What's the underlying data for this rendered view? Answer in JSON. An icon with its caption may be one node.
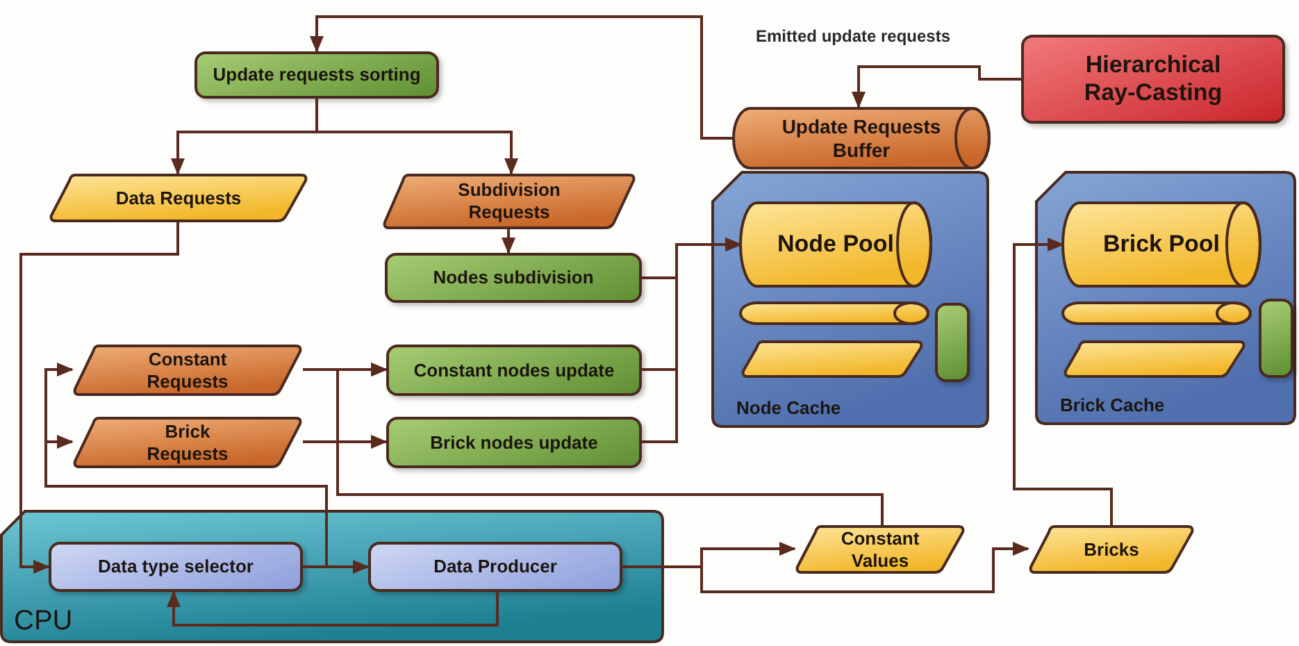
{
  "diagram": {
    "nodes": [
      {
        "text": [
          "Update requests sorting"
        ]
      },
      {
        "text": [
          "Hierarchical Ray-Casting"
        ]
      },
      {
        "text": [
          "Update Requests Buffer"
        ]
      },
      {
        "text": [
          "Data Requests"
        ]
      },
      {
        "text": [
          "Subdivision Requests"
        ]
      },
      {
        "text": [
          "Node Cache"
        ]
      },
      {
        "text": [
          "Node Pool"
        ],
        "in": 5
      },
      {
        "text": [],
        "shape": "cylinder",
        "in": 5
      },
      {
        "text": [],
        "shape": "parallelogram",
        "in": 5
      },
      {
        "text": [],
        "shape": "bar",
        "in": 5
      },
      {
        "text": [
          "Nodes subdivision"
        ]
      },
      {
        "text": [
          "Brick Cache"
        ]
      },
      {
        "text": [
          "Brick Pool"
        ],
        "in": 11
      },
      {
        "text": [],
        "shape": "cylinder",
        "in": 11
      },
      {
        "text": [],
        "shape": "parallelogram",
        "in": 11
      },
      {
        "text": [],
        "shape": "bar",
        "in": 11
      },
      {
        "text": [
          "Constant Requests"
        ]
      },
      {
        "text": [
          "Constant nodes update"
        ]
      },
      {
        "text": [
          "Brick Requests"
        ]
      },
      {
        "text": [
          "Brick nodes update"
        ]
      },
      {
        "text": [
          "CPU"
        ]
      },
      {
        "text": [
          "Data type selector"
        ],
        "in": 20
      },
      {
        "text": [
          "Data Producer"
        ],
        "in": 20
      },
      {
        "text": [
          "Constant Values"
        ]
      },
      {
        "text": [
          "Bricks"
        ]
      }
    ],
    "edges": [
      {
        "from": 2,
        "to": 0,
        "arrow": "to"
      },
      {
        "from": 1,
        "to": 2,
        "arrow": "to",
        "label": "Emitted update requests"
      },
      {
        "from": 0,
        "to": 3,
        "arrow": "to"
      },
      {
        "from": 0,
        "to": 4,
        "arrow": "to"
      },
      {
        "from": 4,
        "to": 10,
        "arrow": "to"
      },
      {
        "from": 10,
        "to": 6,
        "arrow": "to"
      },
      {
        "from": 17,
        "to": 6,
        "arrow": "to"
      },
      {
        "from": 19,
        "to": 6,
        "arrow": "to"
      },
      {
        "from": 3,
        "to": 21,
        "arrow": "to"
      },
      {
        "from": 21,
        "to": 16,
        "arrow": "to"
      },
      {
        "from": 21,
        "to": 18,
        "arrow": "to"
      },
      {
        "from": 21,
        "to": 22,
        "arrow": "to"
      },
      {
        "from": 22,
        "to": 21,
        "arrow": "to"
      },
      {
        "from": 16,
        "to": 17,
        "arrow": "to"
      },
      {
        "from": 18,
        "to": 19,
        "arrow": "to"
      },
      {
        "from": 23,
        "to": 17,
        "arrow": "to"
      },
      {
        "from": 24,
        "to": 12,
        "arrow": "to"
      },
      {
        "from": 22,
        "to": 23,
        "arrow": "to"
      },
      {
        "from": 22,
        "to": 24,
        "arrow": "to"
      }
    ]
  }
}
